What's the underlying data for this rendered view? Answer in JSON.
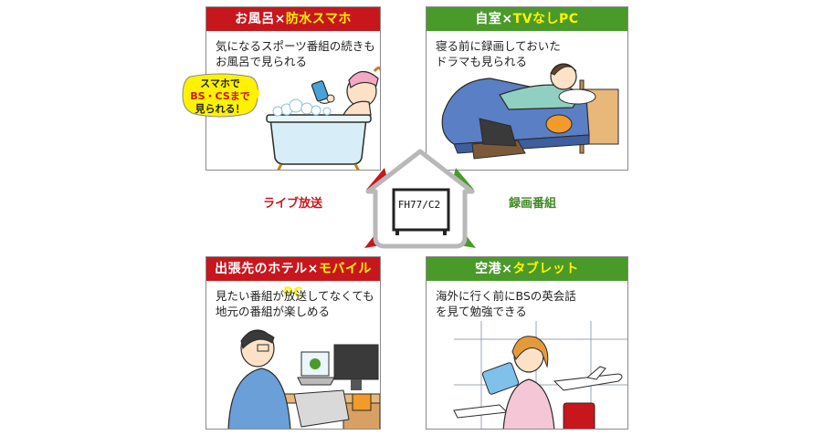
{
  "panels": {
    "bath": {
      "title_a": "お風呂",
      "times": "×",
      "title_b": "防水スマホ",
      "line1": "気になるスポーツ番組の続きも",
      "line2": "お風呂で見られる"
    },
    "home": {
      "title_a": "自室",
      "times": "×",
      "title_b": "TVなしPC",
      "line1": "寝る前に録画しておいた",
      "line2": "ドラマも見られる"
    },
    "hotel": {
      "title_a": "出張先のホテル",
      "times": "×",
      "title_b": "モバイルPC",
      "line1": "見たい番組が放送してなくても",
      "line2": "地元の番組が楽しめる"
    },
    "airport": {
      "title_a": "空港",
      "times": "×",
      "title_b": "タブレット",
      "line1": "海外に行く前にBSの英会話",
      "line2": "を見て勉強できる"
    }
  },
  "bubble": {
    "line1": "スマホで",
    "line2": "BS・CSまで",
    "line3": "見られる！"
  },
  "center": {
    "device": "FH77/C2",
    "live_label": "ライブ放送",
    "recorded_label": "録画番組"
  },
  "colors": {
    "red": "#c8161d",
    "green": "#4a9a2a",
    "highlight": "#fff200"
  }
}
